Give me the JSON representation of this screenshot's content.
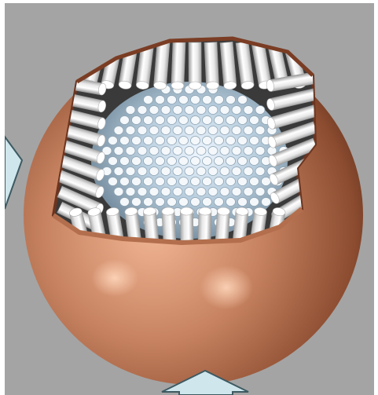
{
  "scene": {
    "subject": "sphere-cutaway",
    "colors": {
      "background": "#a4a4a4",
      "page": "#ffffff",
      "copper_light": "#e6a582",
      "copper_mid": "#c57f5c",
      "copper_dark": "#7a4128",
      "rod_white": "#f2f2f2",
      "rod_shadow": "#b9b9b9",
      "inner_blue": "#c5d8e6",
      "arrow_fill": "#cfe6ec",
      "arrow_stroke": "#3d5a62"
    },
    "arrows": [
      {
        "icon": "arrow-left-partial-icon",
        "direction": "right"
      },
      {
        "icon": "arrow-up-icon",
        "direction": "up"
      }
    ]
  }
}
